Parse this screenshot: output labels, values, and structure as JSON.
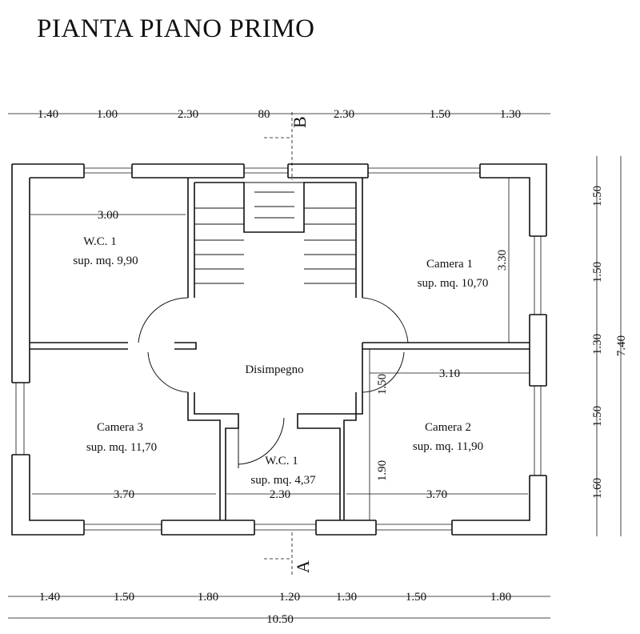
{
  "title": "PIANTA PIANO PRIMO",
  "rooms": {
    "wc_large": {
      "name": "W.C. 1",
      "area": "sup. mq. 9,90"
    },
    "camera1": {
      "name": "Camera 1",
      "area": "sup. mq. 10,70"
    },
    "disimpegno": {
      "name": "Disimpegno"
    },
    "camera3": {
      "name": "Camera 3",
      "area": "sup. mq. 11,70"
    },
    "wc_small": {
      "name": "W.C. 1",
      "area": "sup. mq. 4,37"
    },
    "camera2": {
      "name": "Camera 2",
      "area": "sup. mq. 11,90"
    }
  },
  "dimensions": {
    "top": [
      "1.40",
      "1.00",
      "2.30",
      "80",
      "2.30",
      "1.50",
      "1.30"
    ],
    "bottom": [
      "1.40",
      "1.50",
      "1.80",
      "1.20",
      "1.30",
      "1.50",
      "1.80"
    ],
    "total_width": "10.50",
    "right": [
      "1.50",
      "1.50",
      "1.30",
      "1.50",
      "1.60"
    ],
    "total_height": "7.40",
    "inner": {
      "wc_width": "3.00",
      "camera1_depth": "3.30",
      "camera2_width": "3.10",
      "stair_gap": "1.50",
      "camera2_depth": "1.90",
      "camera3_width": "3.70",
      "wc_small_width": "2.30",
      "camera2_width_bottom": "3.70"
    }
  },
  "section_marks": {
    "top": "B",
    "bottom": "A"
  }
}
